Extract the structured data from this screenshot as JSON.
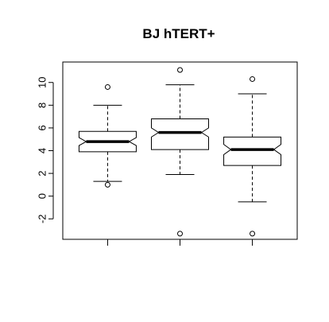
{
  "chart_data": {
    "type": "boxplot",
    "title": "BJ hTERT+",
    "xlabel": "",
    "ylabel": "",
    "ylim": [
      -3.8,
      11.8
    ],
    "yticks": [
      -2,
      0,
      2,
      4,
      6,
      8,
      10
    ],
    "ytick_labels": [
      "-2",
      "0",
      "2",
      "4",
      "6",
      "8",
      "10"
    ],
    "notched": true,
    "boxes": [
      {
        "whisker_low": 1.3,
        "q1": 3.9,
        "median": 4.8,
        "q3": 5.7,
        "whisker_high": 8.0,
        "notch_low": 4.45,
        "notch_high": 5.15,
        "outliers": [
          9.6,
          1.0
        ]
      },
      {
        "whisker_low": 1.9,
        "q1": 4.1,
        "median": 5.6,
        "q3": 6.8,
        "whisker_high": 9.8,
        "notch_low": 5.2,
        "notch_high": 6.0,
        "outliers": [
          11.1,
          -3.3
        ]
      },
      {
        "whisker_low": -0.5,
        "q1": 2.7,
        "median": 4.1,
        "q3": 5.2,
        "whisker_high": 9.0,
        "notch_low": 3.65,
        "notch_high": 4.55,
        "outliers": [
          10.3,
          -3.3
        ]
      }
    ]
  }
}
